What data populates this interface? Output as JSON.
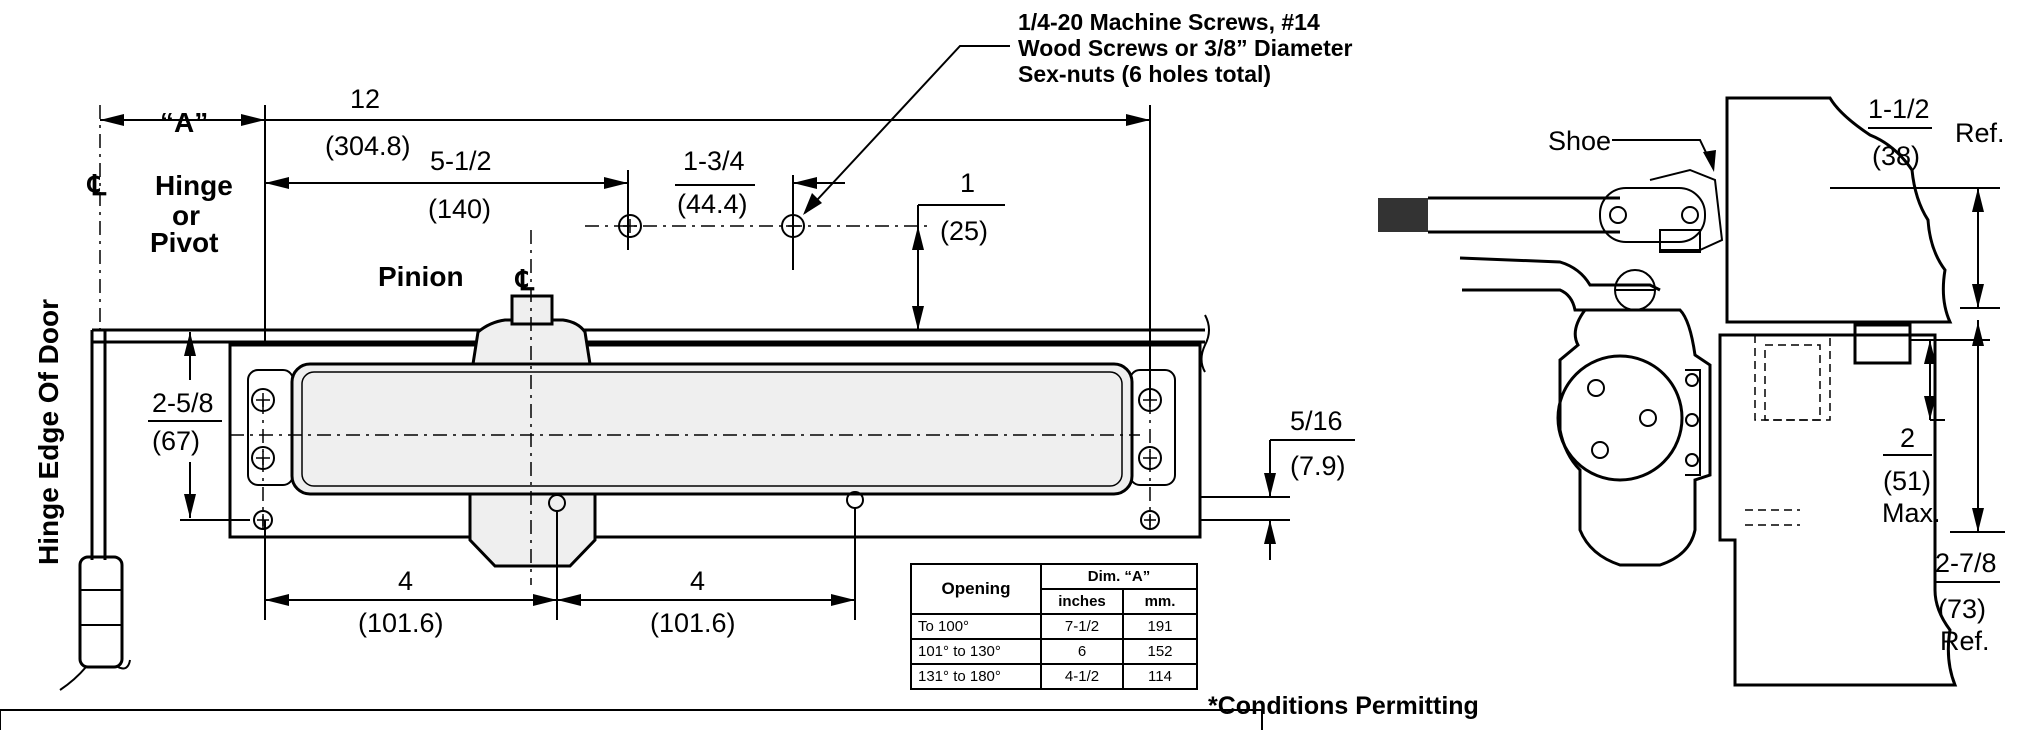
{
  "labels": {
    "screw_note": [
      "1/4-20 Machine Screws, #14",
      "Wood Screws or 3/8” Diameter",
      "Sex-nuts (6 holes total)"
    ],
    "dim_a": "“A”",
    "centerline_symbol": "℄",
    "hinge_or_pivot": [
      "Hinge",
      "or",
      "Pivot"
    ],
    "pinion": "Pinion",
    "hinge_edge_of_door": "Hinge Edge Of  Door",
    "shoe": "Shoe",
    "conditions_permitting": "*Conditions Permitting"
  },
  "dimensions": {
    "overall": {
      "inches": "12",
      "mm": "(304.8)"
    },
    "to_first_hole": {
      "inches": "5-1/2",
      "mm": "(140)"
    },
    "hole_spacing": {
      "inches": "1-3/4",
      "mm": "(44.4)"
    },
    "above_top": {
      "inches": "1",
      "mm": "(25)"
    },
    "height": {
      "inches": "2-5/8",
      "mm": "(67)"
    },
    "bottom_offset": {
      "inches": "5/16",
      "mm": "(7.9)"
    },
    "bottom_left": {
      "inches": "4",
      "mm": "(101.6)"
    },
    "bottom_right": {
      "inches": "4",
      "mm": "(101.6)"
    },
    "shoe_ref": {
      "inches": "1-1/2",
      "mm": "(38)",
      "suffix": "Ref."
    },
    "arm_drop": {
      "inches": "2",
      "mm": "(51)",
      "suffix": "Max."
    },
    "body_ref": {
      "inches": "2-7/8",
      "mm": "(73)",
      "suffix": "Ref."
    }
  },
  "table": {
    "header_opening": "Opening",
    "header_dim": "Dim. “A”",
    "header_inches": "inches",
    "header_mm": "mm.",
    "rows": [
      {
        "opening": "To 100°",
        "inches": "7-1/2",
        "mm": "191"
      },
      {
        "opening": "101° to 130°",
        "inches": "6",
        "mm": "152"
      },
      {
        "opening": "131° to 180°",
        "inches": "4-1/2",
        "mm": "114"
      }
    ]
  }
}
